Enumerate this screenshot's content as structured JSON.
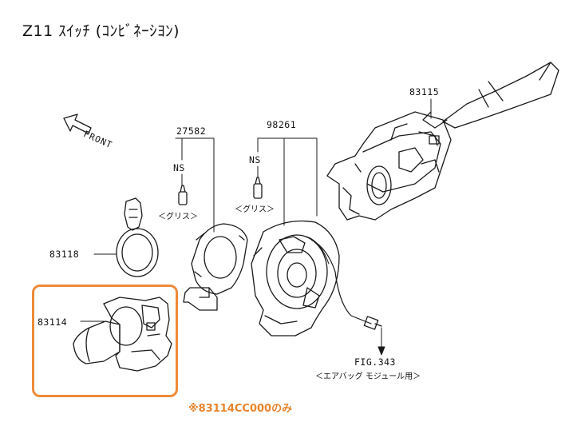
{
  "title": "Z11  ｽｲｯﾁ (ｺﾝﾋﾞﾈｰｼﾖﾝ)",
  "direction_label": "FRONT",
  "parts": {
    "p83115": "83115",
    "p27582": "27582",
    "p98261": "98261",
    "p83118": "83118",
    "p83114": "83114"
  },
  "ns_label_left": "NS",
  "ns_label_right": "NS",
  "grease_left": "＜グリス＞",
  "grease_right": "＜グリス＞",
  "fig_ref": "FIG.343",
  "fig_caption": "＜エアバッグ モジュール用＞",
  "highlight_note": "※83114CC000のみ",
  "colors": {
    "highlight": "#ee8a3a",
    "note_text": "#e8832b",
    "line": "#1a1a1a"
  }
}
